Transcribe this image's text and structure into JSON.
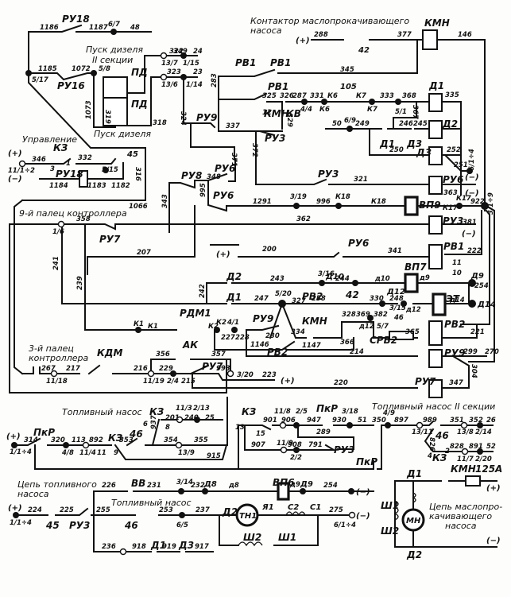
{
  "titles": {
    "oil_pump_contactor_1": "Контактор маслопрокачивающего",
    "oil_pump_contactor_2": "насоса",
    "diesel_start_2sec_1": "Пуск дизеля",
    "diesel_start_2sec_2": "II секции",
    "diesel_start": "Пуск дизеля",
    "control": "Управление",
    "finger9": "9-й палец контроллера",
    "finger3_1": "3-й палец",
    "finger3_2": "контроллера",
    "fuel_pump": "Топливный насос",
    "fuel_pump_2sec": "Топливный насос II секции",
    "fuel_circuit_1": "Цепь топливного",
    "fuel_circuit_2": "насоса",
    "fuel_pump_b": "Топливный насос",
    "oil_circuit_1": "Цепь маслопро-",
    "oil_circuit_2": "качивающего",
    "oil_circuit_3": "насоса"
  },
  "devices": {
    "RU18": "РУ18",
    "RU16": "РУ16",
    "PD": "ПД",
    "KZ": "КЗ",
    "RU9": "РУ9",
    "RU3": "РУ3",
    "RU6": "РУ6",
    "RU8": "РУ8",
    "RU7": "РУ7",
    "RV1": "РВ1",
    "RV2": "РВ2",
    "KMN": "КМН",
    "KV": "КВ",
    "D1": "Д1",
    "D2": "Д2",
    "D3": "Д3",
    "VP9": "ВП9",
    "VP7": "ВП7",
    "VP6": "ВП6",
    "ET": "ЭТ",
    "RDM1": "РДМ1",
    "AK": "АК",
    "KDM": "КДМ",
    "SRV2": "СРВ2",
    "PKR": "ПкР",
    "VV": "ВВ",
    "TN1": "ТН1",
    "MN": "МН",
    "Sh1": "Ш1",
    "Sh2": "Ш2",
    "Ya1": "Я1",
    "C1": "С1",
    "C2": "С2",
    "fuse": "125А",
    "s45": "45",
    "s42": "42",
    "s46": "46",
    "s105": "105",
    "d12": "Д12",
    "d14": "Д14",
    "d9": "Д9",
    "d10": "Д10",
    "d8": "Д8",
    "plus": "(+)",
    "minus": "(−)"
  },
  "wires": {
    "w1186": "1186",
    "w1187": "1187",
    "w6_7": "6/7",
    "w48": "48",
    "w1185": "1185",
    "w5_17": "5/17",
    "w1072": "1072",
    "w5_8": "5/8",
    "w1073": "1073",
    "w319": "319",
    "w318": "318",
    "w322": "322",
    "w349": "349",
    "w24": "24",
    "w13_7": "13/7",
    "w1_15": "1/15",
    "w323": "323",
    "w23": "23",
    "w13_6": "13/6",
    "w1_14": "1/14",
    "w324": "324",
    "w283": "283",
    "w288": "288",
    "w377": "377",
    "w146": "146",
    "w345": "345",
    "w325": "325",
    "w326": "326",
    "w287": "287",
    "w331": "331",
    "wK6": "К6",
    "wK7": "К7",
    "w333": "333",
    "w368": "368",
    "w4_4": "4/4",
    "w5_1": "5/1",
    "w367": "367",
    "w335": "335",
    "w12": "12",
    "w329": "329",
    "w337": "337",
    "w50": "50",
    "w6_9": "6/9",
    "w249": "249",
    "w246": "246",
    "w245": "245",
    "w250": "250",
    "w252": "252",
    "w251": "251",
    "w6_1_4": "6/1÷4",
    "w346": "346",
    "w332": "332",
    "w3": "3",
    "w1": "1",
    "w11_1_2": "11/1÷2",
    "w1184": "1184",
    "w1183": "1183",
    "w1182": "1182",
    "w5_15": "5/15",
    "w316": "316",
    "w1066": "1066",
    "w371": "371",
    "w372": "372",
    "w348": "348",
    "w995": "995",
    "w343": "343",
    "w321": "321",
    "w363": "363",
    "w1291": "1291",
    "w3_19": "3/19",
    "w996": "996",
    "wK18": "К18",
    "wK17": "К17",
    "w922": "922",
    "w3_1_9": "3/1÷9",
    "w358": "358",
    "w1_6": "1/6",
    "w362": "362",
    "w381": "381",
    "w207": "207",
    "w200": "200",
    "w341": "341",
    "w222": "222",
    "w11": "11",
    "w10": "10",
    "w241": "241",
    "w239": "239",
    "w242": "242",
    "w243": "243",
    "w3_16": "3/16",
    "w244": "244",
    "wd10": "д10",
    "wd9": "д9",
    "w254": "254",
    "w247": "247",
    "w5_20": "5/20",
    "w327": "327",
    "w258": "258",
    "w330": "330",
    "w248": "248",
    "w3_15": "3/15",
    "wd12": "д12",
    "wd14": "д14",
    "w46": "46",
    "wK1": "К1",
    "wK2": "К2",
    "w4_1": "4/1",
    "w227": "227",
    "w228": "228",
    "w230": "230",
    "w334": "334",
    "w1146": "1146",
    "w1147": "1147",
    "w328": "328",
    "w369": "369",
    "w382": "382",
    "w5_7": "5/7",
    "w366": "366",
    "w365": "365",
    "w221": "221",
    "w214": "214",
    "w299": "299",
    "w270": "270",
    "w304": "304",
    "w267": "267",
    "w217": "217",
    "w11_18": "11/18",
    "w216": "216",
    "w11_19": "11/19",
    "w229": "229",
    "w2_4": "2/4",
    "w215": "215",
    "w356": "356",
    "w357": "357",
    "w993": "993",
    "w3_20": "3/20",
    "w223": "223",
    "w220": "220",
    "w347": "347",
    "w314": "314",
    "w1_1_4": "1/1÷4",
    "w320": "320",
    "w4_8": "4/8",
    "w113": "113",
    "w11_4": "11/4",
    "w892": "892",
    "w9": "9",
    "w353": "353",
    "w6": "6",
    "w8": "8",
    "w937": "937",
    "w201": "201",
    "w11_3": "11/3",
    "w240": "240",
    "w2_13": "2/13",
    "w25": "25",
    "w354": "354",
    "w355": "355",
    "w13_9": "13/9",
    "w915": "915",
    "w13": "13",
    "w15": "15",
    "w901": "901",
    "w11_8": "11/8",
    "w906": "906",
    "w2_5": "2/5",
    "w947": "947",
    "w930": "930",
    "w3_18": "3/18",
    "w51": "51",
    "w289": "289",
    "w907": "907",
    "w11_9": "11/9",
    "w908": "908",
    "w791": "791",
    "w2_2": "2/2",
    "w350": "350",
    "w4_9": "4/9",
    "w897": "897",
    "w989": "989",
    "w13_11": "13/11",
    "w351": "351",
    "w13_8": "13/8",
    "w352": "352",
    "w26": "26",
    "w2_14": "2/14",
    "w826": "826",
    "w4": "4",
    "w2": "2",
    "w828": "828",
    "w11_7": "11/7",
    "w891": "891",
    "w52": "52",
    "w2_20": "2/20",
    "w226": "226",
    "w231": "231",
    "w3_14": "3/14",
    "w232": "232",
    "wd8": "д8",
    "w224": "224",
    "w225": "225",
    "w255": "255",
    "w253": "253",
    "w6_5": "6/5",
    "w237": "237",
    "w236": "236",
    "w918": "918",
    "w919": "919",
    "w917": "917",
    "w275": "275",
    "w6_1_4b": "6/1÷4"
  }
}
